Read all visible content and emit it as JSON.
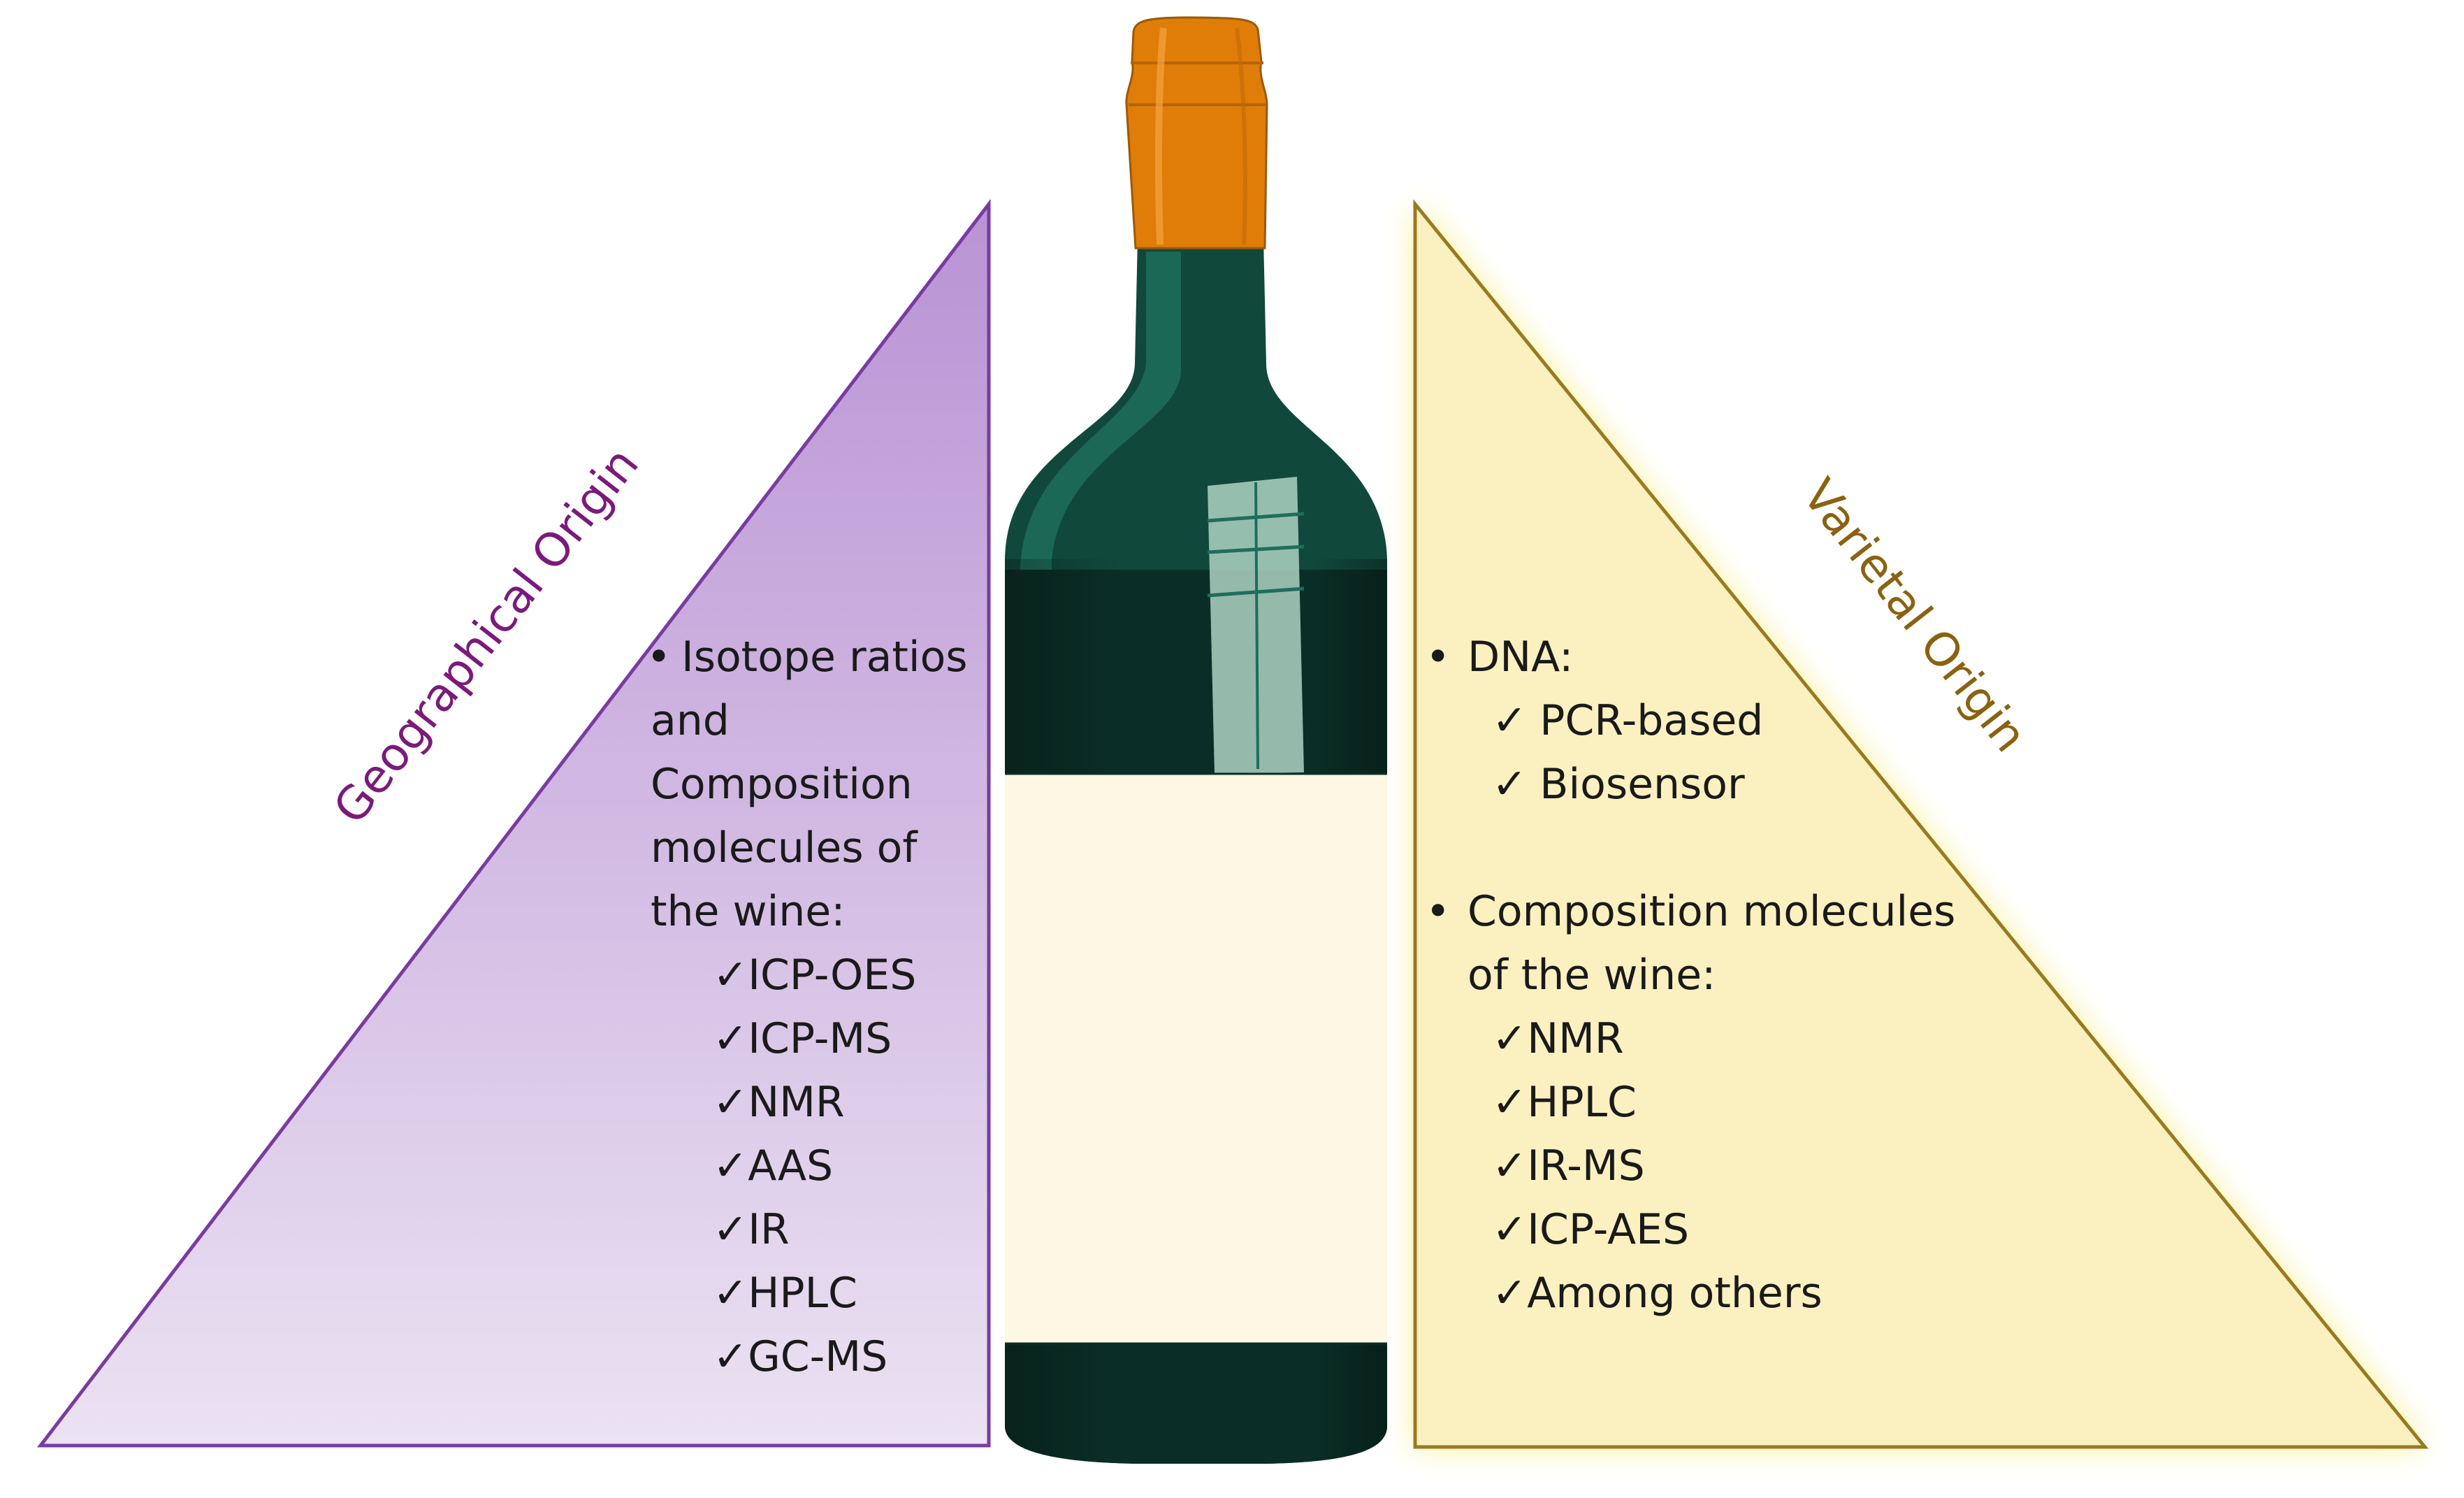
{
  "left_panel": {
    "title": "Geographical Origin",
    "title_color": "#7b1a7b",
    "fill_top": "#b992d4",
    "fill_bottom": "#ebe2f2",
    "stroke": "#7a3ba0",
    "bullets": [
      {
        "symbol": "•",
        "lines": [
          "Isotope ratios",
          "and",
          "Composition",
          "molecules of",
          "the wine:"
        ],
        "checks": [
          "ICP-OES",
          "ICP-MS",
          "NMR",
          "AAS",
          "IR",
          "HPLC",
          "GC-MS"
        ]
      }
    ]
  },
  "right_panel": {
    "title": "Varietal Origin",
    "title_color": "#8a6210",
    "fill": "#fbf0c0",
    "glow": "#f8ec6a",
    "stroke": "#9a7a20",
    "bullets": [
      {
        "symbol": "•",
        "lines": [
          "DNA:"
        ],
        "checks": [
          "PCR-based",
          "Biosensor"
        ]
      },
      {
        "symbol": "•",
        "lines": [
          "Composition molecules",
          "of the wine:"
        ],
        "checks": [
          "NMR",
          "HPLC",
          "IR-MS",
          "ICP-AES",
          "Among others"
        ]
      }
    ]
  },
  "check_symbol": "✓",
  "bottle": {
    "glass_color": "#11483c",
    "glass_dark": "#0a2e25",
    "highlight_color": "#1e6e5c",
    "cap_color": "#e07d08",
    "label_color": "#fdf7e4"
  }
}
